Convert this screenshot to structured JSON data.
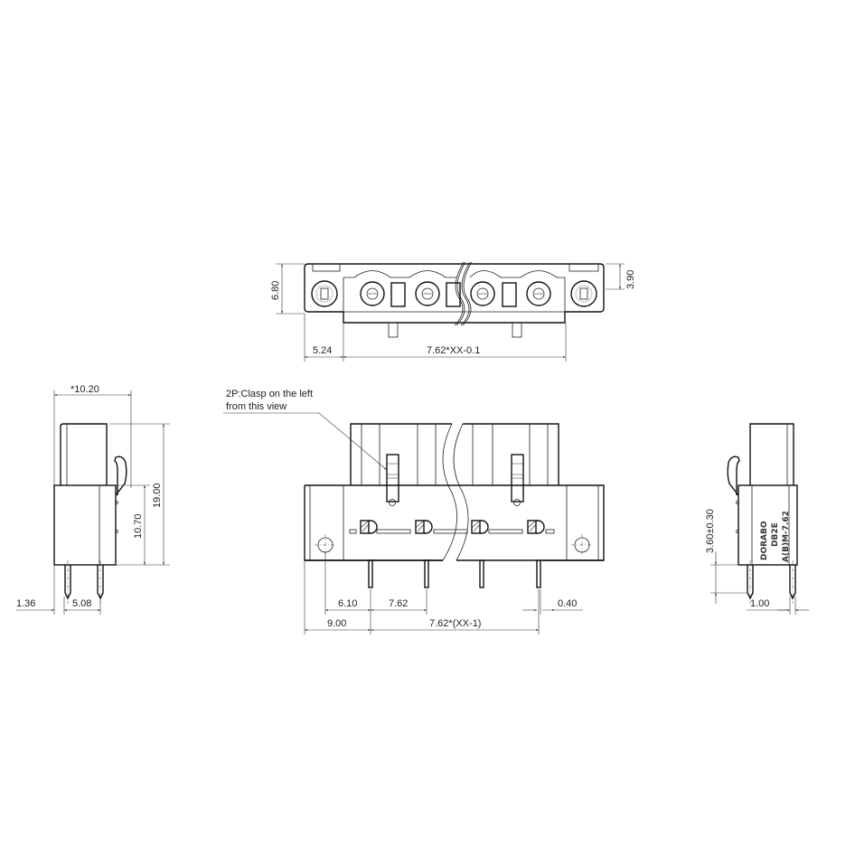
{
  "top_view": {
    "dim_height": "6.80",
    "dim_flange": "3.90",
    "dim_left_offset": "5.24",
    "dim_length": "7.62*XX-0.1"
  },
  "front_view": {
    "note_line1": "2P:Clasp on the left",
    "note_line2": "from this view",
    "dim_hole_to_pin": "6.10",
    "dim_pitch": "7.62",
    "dim_pin_width": "0.40",
    "dim_edge_to_pin": "9.00",
    "dim_pin_span": "7.62*(XX-1)"
  },
  "left_view": {
    "dim_width": "*10.20",
    "dim_total_height": "19.00",
    "dim_base_height": "10.70",
    "dim_pin_offset": "1.36",
    "dim_pin_spacing": "5.08"
  },
  "right_view": {
    "brand": "DORABO",
    "model": "DB2E",
    "series": "A(B)M-7.62",
    "dim_pin_length": "3.60±0.30",
    "dim_pin_thickness": "1.00"
  }
}
